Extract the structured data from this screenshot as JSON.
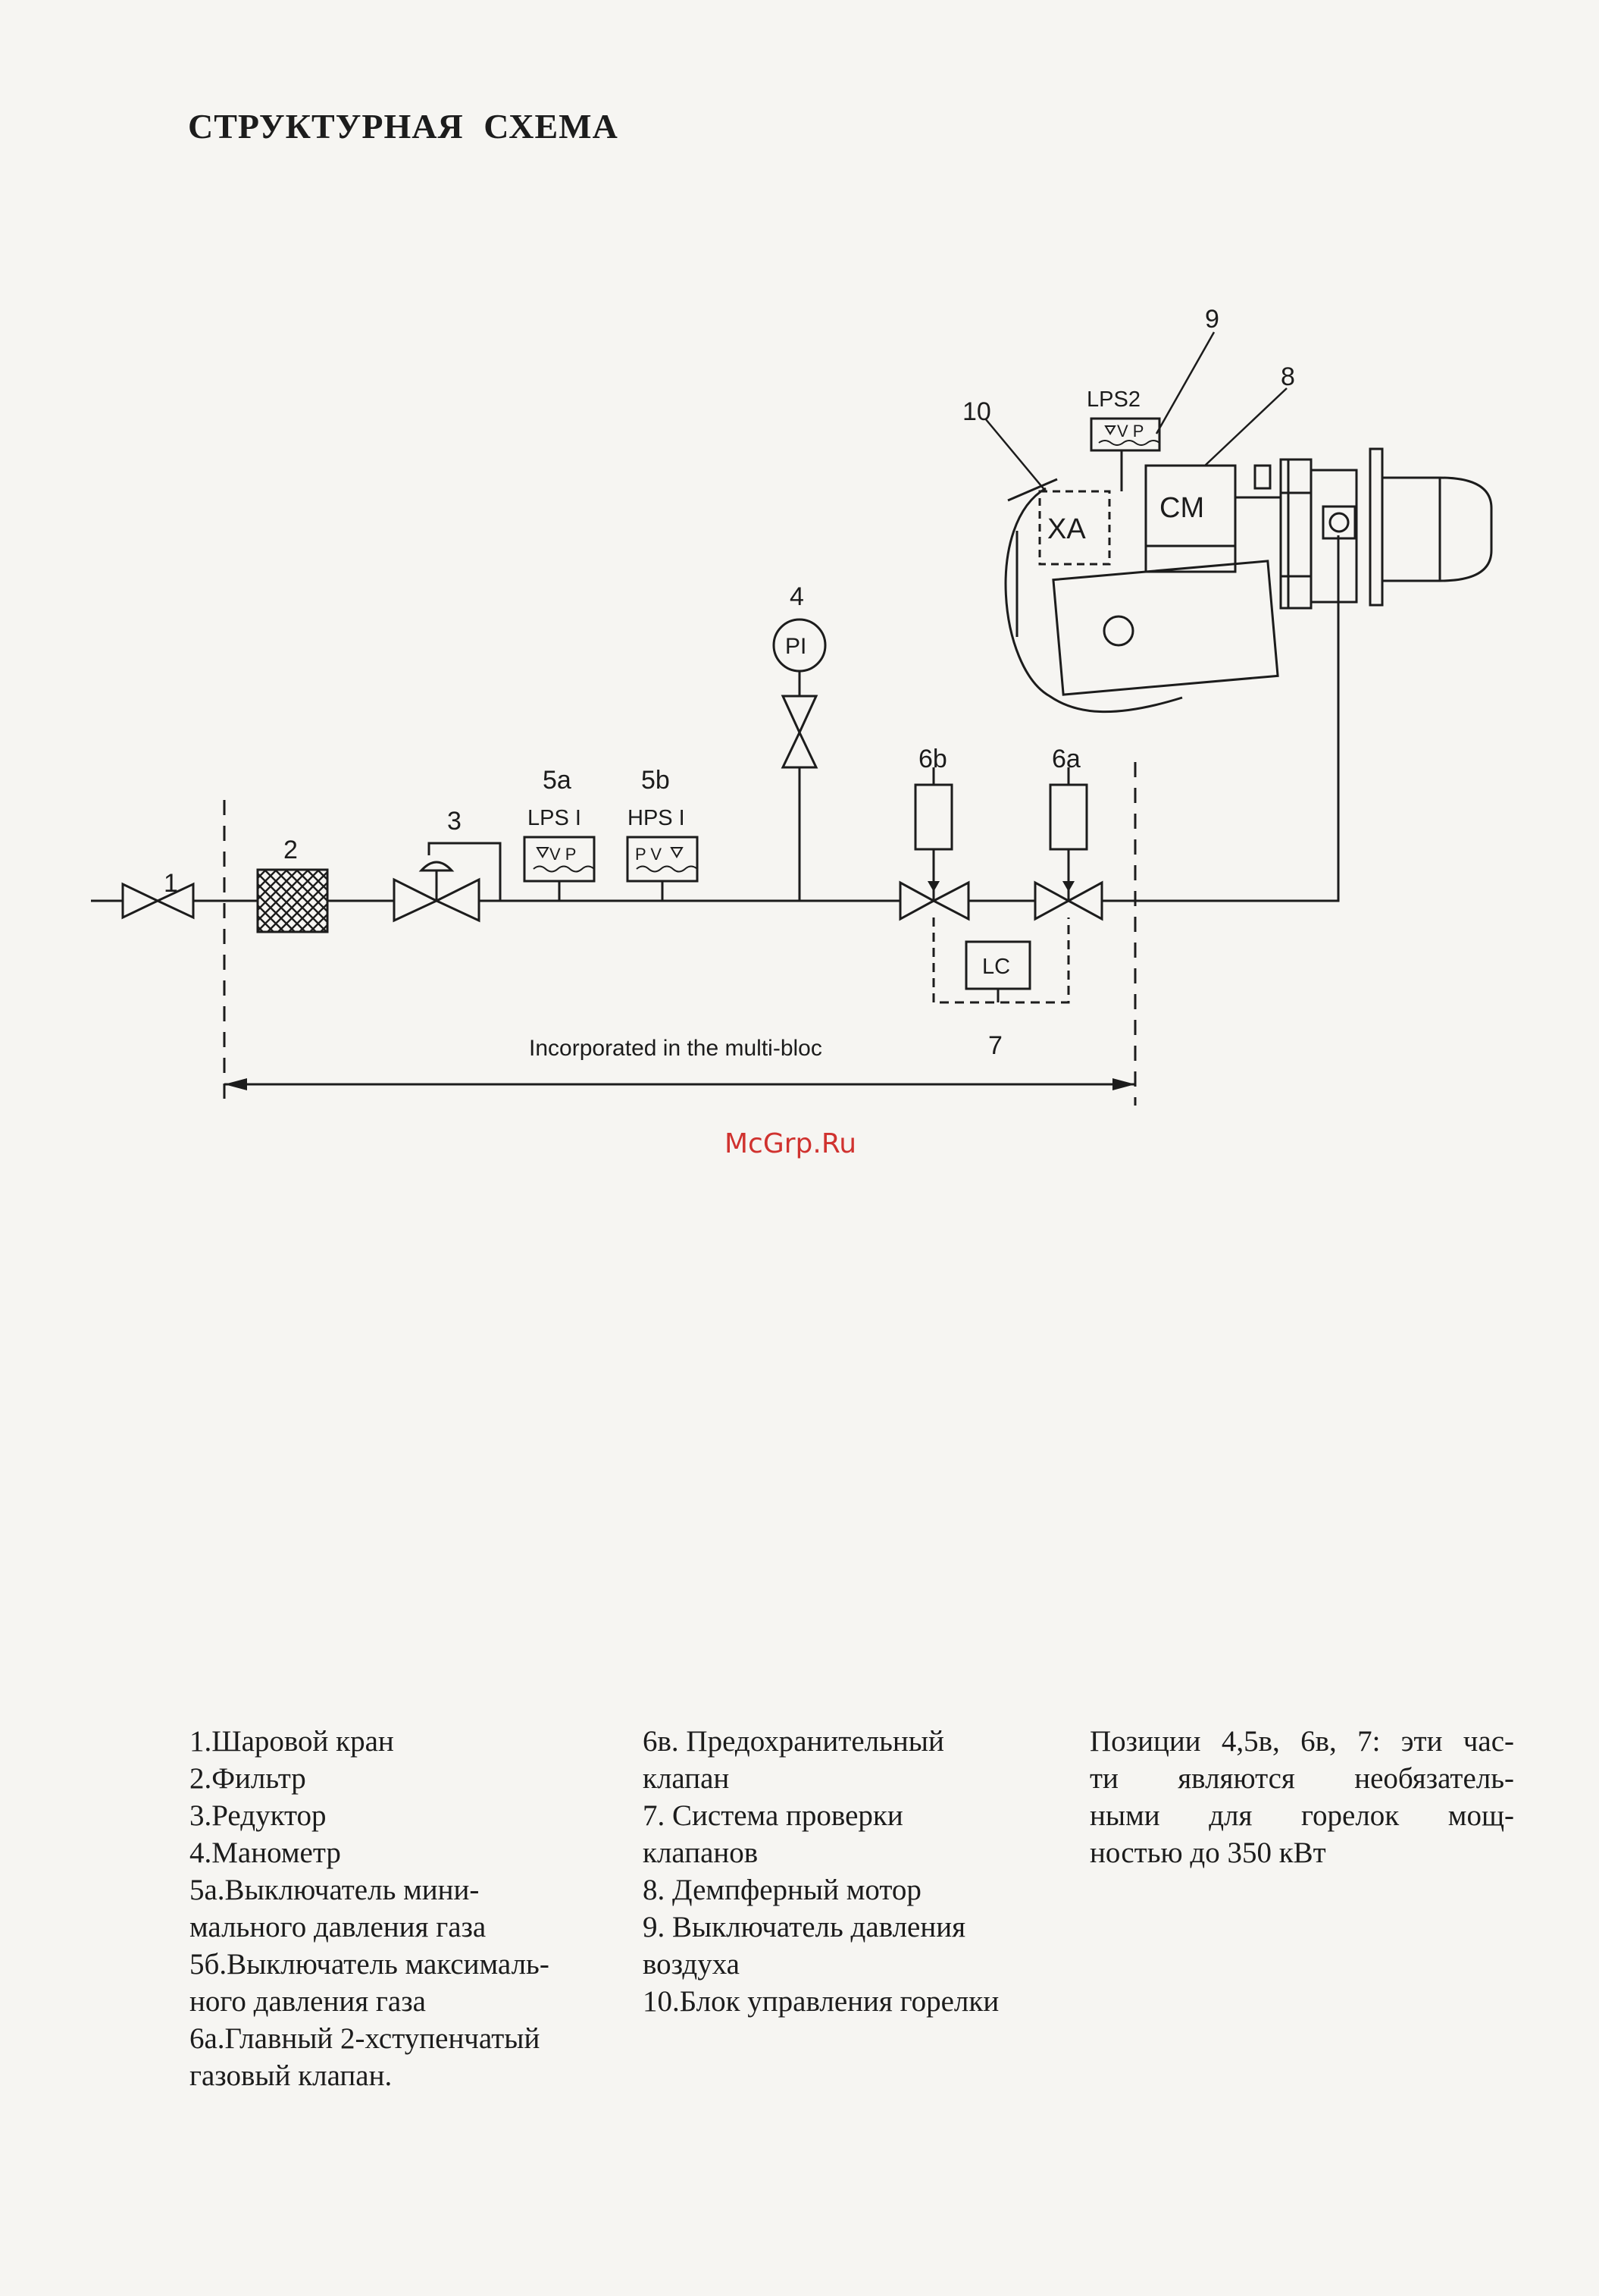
{
  "title": "СТРУКТУРНАЯ СХЕМА",
  "diagram": {
    "numbers": {
      "n1": "1",
      "n2": "2",
      "n3": "3",
      "n4": "4",
      "n5a": "5a",
      "n5b": "5b",
      "n6b": "6b",
      "n6a": "6a",
      "n7": "7",
      "n8": "8",
      "n9": "9",
      "n10": "10"
    },
    "labels": {
      "lps1": "LPS I",
      "hps1": "HPS I",
      "lps2": "LPS2",
      "pi": "PI",
      "lc": "LC",
      "cm": "CM",
      "xa": "XA",
      "vp1": "V P",
      "pv": "P V",
      "vp2": "V P"
    },
    "incorporated": "Incorporated in the multi-bloc"
  },
  "watermark": "McGrp.Ru",
  "legend": {
    "col1": [
      " 1.Шаровой кран",
      " 2.Фильтр",
      " 3.Редуктор",
      " 4.Манометр",
      "5а.Выключатель мини-",
      "     мального давления газа",
      "5б.Выключатель максималь-",
      "     ного  давления газа",
      "6а.Главный 2-хступенчатый",
      "     газовый клапан."
    ],
    "col2": [
      "6в. Предохранительный",
      "       клапан",
      "  7.  Система проверки",
      "       клапанов",
      "  8. Демпферный мотор",
      "  9. Выключатель давления",
      "       воздуха",
      "10.Блок управления горелки"
    ],
    "col3": [
      "Позиции 4,5в, 6в, 7: эти час-",
      "ти являются необязатель-",
      "ными для горелок мощ-",
      "ностью до 350 кВт"
    ]
  }
}
